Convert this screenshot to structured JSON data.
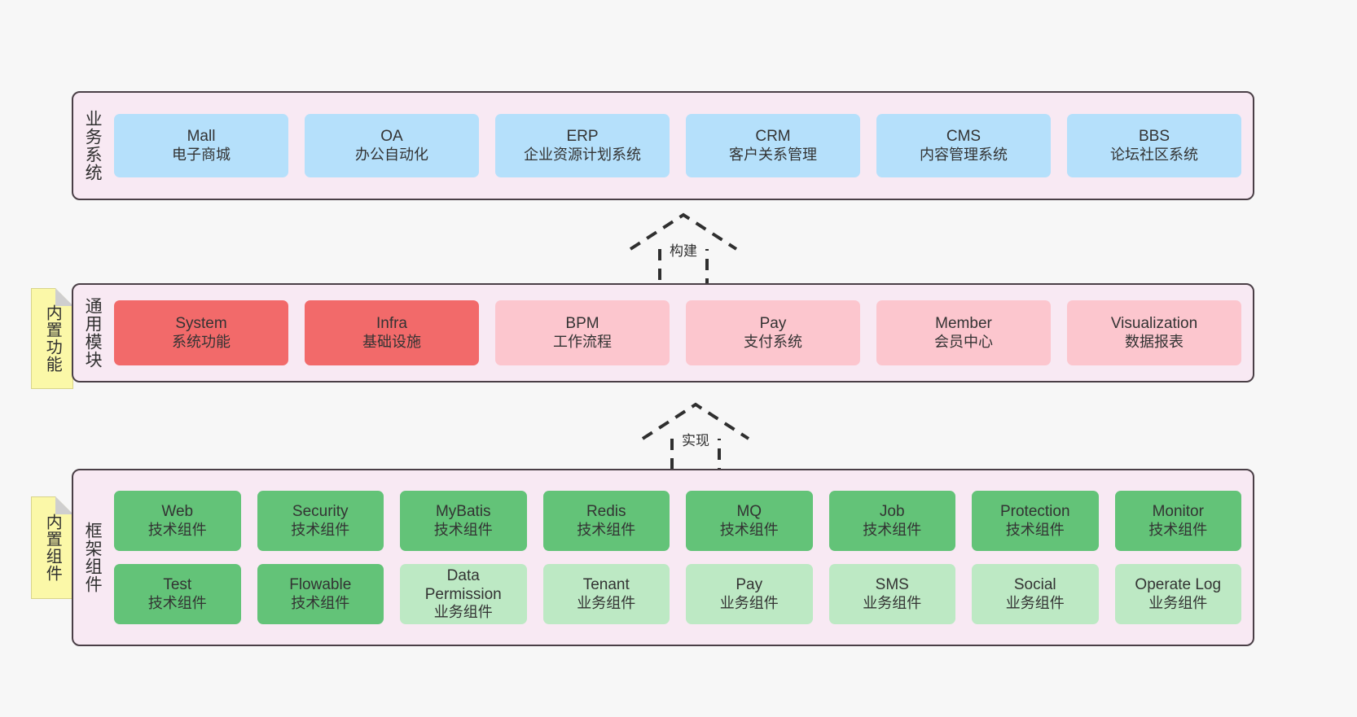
{
  "diagram": {
    "background": "#f7f7f7",
    "layer_fill": "#f8e9f3",
    "layer_border": "#4a3f46",
    "note_fill": "#fbf8a8",
    "colors": {
      "business": "#b5e0fb",
      "module_active": "#f26a6a",
      "module_plain": "#fcc6ce",
      "component_tech": "#63c378",
      "component_biz": "#bde9c4"
    }
  },
  "layers": [
    {
      "id": "business-system",
      "title": "业务系统",
      "nodes": [
        {
          "en": "Mall",
          "cn": "电子商城"
        },
        {
          "en": "OA",
          "cn": "办公自动化"
        },
        {
          "en": "ERP",
          "cn": "企业资源计划系统"
        },
        {
          "en": "CRM",
          "cn": "客户关系管理"
        },
        {
          "en": "CMS",
          "cn": "内容管理系统"
        },
        {
          "en": "BBS",
          "cn": "论坛社区系统"
        }
      ]
    },
    {
      "id": "general-module",
      "title": "通用模块",
      "note": "内置功能",
      "nodes": [
        {
          "en": "System",
          "cn": "系统功能",
          "style": "active"
        },
        {
          "en": "Infra",
          "cn": "基础设施",
          "style": "active"
        },
        {
          "en": "BPM",
          "cn": "工作流程",
          "style": "plain"
        },
        {
          "en": "Pay",
          "cn": "支付系统",
          "style": "plain"
        },
        {
          "en": "Member",
          "cn": "会员中心",
          "style": "plain"
        },
        {
          "en": "Visualization",
          "cn": "数据报表",
          "style": "plain"
        }
      ]
    },
    {
      "id": "framework-component",
      "title": "框架组件",
      "note": "内置组件",
      "rows": [
        [
          {
            "en": "Web",
            "cn": "技术组件",
            "style": "tech"
          },
          {
            "en": "Security",
            "cn": "技术组件",
            "style": "tech"
          },
          {
            "en": "MyBatis",
            "cn": "技术组件",
            "style": "tech"
          },
          {
            "en": "Redis",
            "cn": "技术组件",
            "style": "tech"
          },
          {
            "en": "MQ",
            "cn": "技术组件",
            "style": "tech"
          },
          {
            "en": "Job",
            "cn": "技术组件",
            "style": "tech"
          },
          {
            "en": "Protection",
            "cn": "技术组件",
            "style": "tech"
          },
          {
            "en": "Monitor",
            "cn": "技术组件",
            "style": "tech"
          }
        ],
        [
          {
            "en": "Test",
            "cn": "技术组件",
            "style": "tech"
          },
          {
            "en": "Flowable",
            "cn": "技术组件",
            "style": "tech"
          },
          {
            "en": "Data Permission",
            "cn": "业务组件",
            "style": "biz"
          },
          {
            "en": "Tenant",
            "cn": "业务组件",
            "style": "biz"
          },
          {
            "en": "Pay",
            "cn": "业务组件",
            "style": "biz"
          },
          {
            "en": "SMS",
            "cn": "业务组件",
            "style": "biz"
          },
          {
            "en": "Social",
            "cn": "业务组件",
            "style": "biz"
          },
          {
            "en": "Operate Log",
            "cn": "业务组件",
            "style": "biz"
          }
        ]
      ]
    }
  ],
  "connectors": [
    {
      "id": "build",
      "label": "构建"
    },
    {
      "id": "implement",
      "label": "实现"
    }
  ]
}
